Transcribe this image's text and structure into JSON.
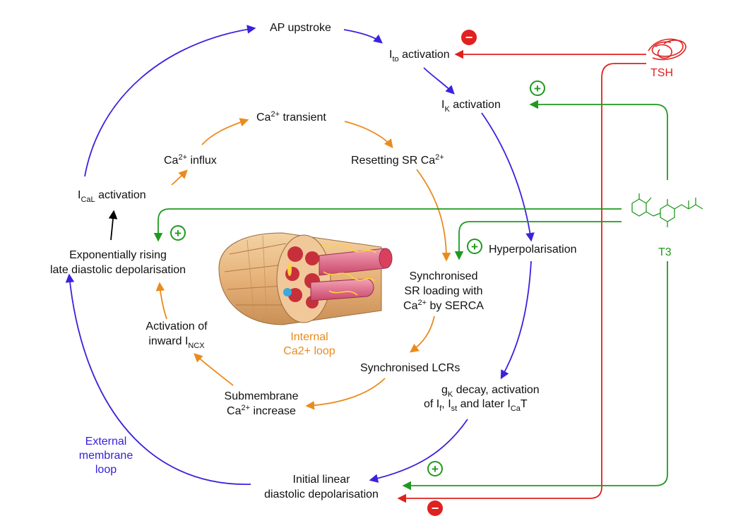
{
  "colors": {
    "external_loop": "#3a22dd",
    "internal_loop": "#ea8b1e",
    "tsh": "#e0211f",
    "t3": "#1f9a1f",
    "icaL_arrow": "#000000"
  },
  "nodes": {
    "ap_upstroke": "AP upstroke",
    "ito": {
      "main": "I",
      "sub": "to",
      "rest": " activation"
    },
    "ik": {
      "main": "I",
      "sub": "K",
      "rest": " activation"
    },
    "hyperpolarisation": "Hyperpolarisation",
    "gk_line1": {
      "main": "g",
      "sub": "K",
      "rest": " decay, activation"
    },
    "gk_line2": {
      "a": "of I",
      "sub1": "f",
      "b": ", I",
      "sub2": "st",
      "c": " and later I",
      "sub3": "Ca",
      "d": "T"
    },
    "initial_linear_line1": "Initial linear",
    "initial_linear_line2": "diastolic depolarisation",
    "exp_rising_line1": "Exponentially rising",
    "exp_rising_line2": "late diastolic depolarisation",
    "ical": {
      "main": "I",
      "sub": "CaL",
      "rest": "  activation"
    },
    "ca_influx": {
      "a": "Ca",
      "sup": "2+",
      "b": " influx"
    },
    "ca_transient": {
      "a": "Ca",
      "sup": "2+",
      "b": " transient"
    },
    "resetting_sr": {
      "a": "Resetting SR Ca",
      "sup": "2+"
    },
    "sync_sr_line1": "Synchronised",
    "sync_sr_line2": "SR loading with",
    "sync_sr_line3": {
      "a": "Ca",
      "sup": "2+",
      "b": " by SERCA"
    },
    "sync_lcrs": "Synchronised LCRs",
    "submembrane_line1": "Submembrane",
    "submembrane_line2": {
      "a": "Ca",
      "sup": "2+",
      "b": " increase"
    },
    "activation_incx_line1": "Activation of",
    "activation_incx_line2": {
      "a": "inward I",
      "sub": "NCX"
    }
  },
  "loop_labels": {
    "internal_line1": "Internal",
    "internal_line2": "Ca2+ loop",
    "external_line1": "External",
    "external_line2": "membrane",
    "external_line3": "loop"
  },
  "hormones": {
    "tsh": "TSH",
    "t3": "T3"
  },
  "effect_signs": {
    "inhibit": "−",
    "stimulate": "+"
  }
}
